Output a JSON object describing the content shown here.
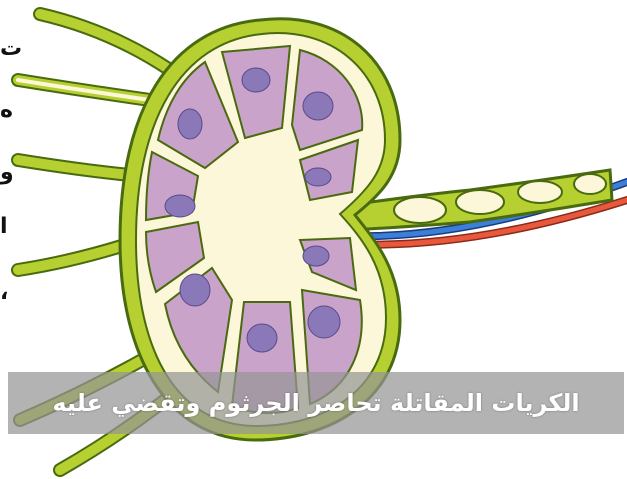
{
  "side_text": {
    "chars": [
      "ت",
      "ه",
      "و",
      "ا",
      "،"
    ]
  },
  "caption": {
    "text": "الكريات المقاتلة تحاصر الجرثوم وتقضي عليه"
  },
  "colors": {
    "capsule": "#b5d030",
    "capsule_dark": "#4a6a10",
    "sinus": "#fbf7d8",
    "follicle": "#c9a3c9",
    "nucleus": "#8a78b8",
    "artery": "#e8583c",
    "vein": "#3c7fd6",
    "caption_band": "#969696"
  },
  "illustration": {
    "subject": "lymph-node",
    "lobes": 10
  }
}
